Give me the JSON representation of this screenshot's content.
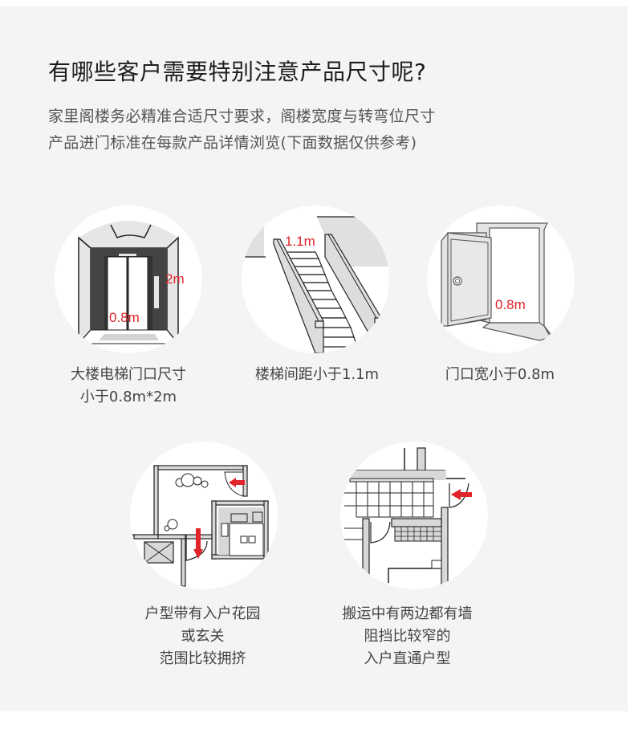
{
  "header": {
    "title": "有哪些客户需要特别注意产品尺寸呢?",
    "subtitle_lines": [
      "家里阁楼务必精准合适尺寸要求，阁楼宽度与转弯位尺寸",
      "产品进门标准在每款产品详情浏览(下面数据仅供参考)"
    ]
  },
  "accent_color": "#e0242a",
  "cards": [
    {
      "icon": "elevator-icon",
      "labels": [
        "0.8m",
        "2m"
      ],
      "caption_lines": [
        "大楼电梯门口尺寸",
        "小于0.8m*2m"
      ]
    },
    {
      "icon": "staircase-icon",
      "labels": [
        "1.1m"
      ],
      "caption_lines": [
        "楼梯间距小于1.1m"
      ]
    },
    {
      "icon": "door-icon",
      "labels": [
        "0.8m"
      ],
      "caption_lines": [
        "门口宽小于0.8m"
      ]
    },
    {
      "icon": "garden-floorplan-icon",
      "labels": [],
      "caption_lines": [
        "户型带有入户花园",
        "或玄关",
        "范围比较拥挤"
      ]
    },
    {
      "icon": "corridor-floorplan-icon",
      "labels": [],
      "caption_lines": [
        "搬运中有两边都有墙",
        "阻挡比较窄的",
        "入户直通户型"
      ]
    }
  ]
}
